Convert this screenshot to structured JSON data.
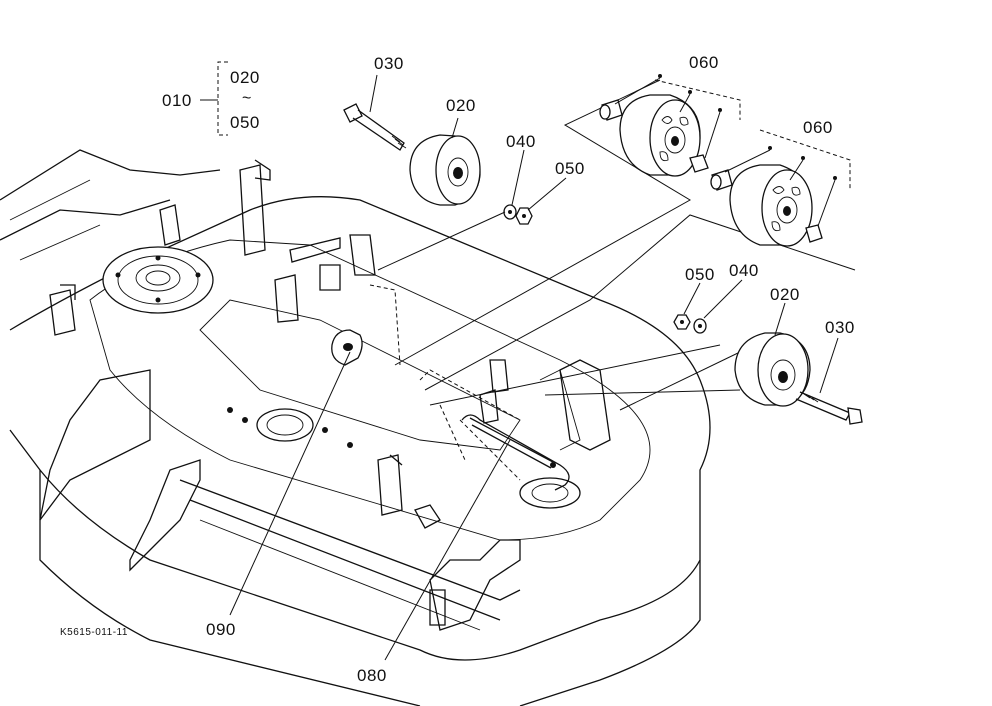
{
  "callouts": {
    "c010": "010",
    "c020_range": "020",
    "c_tilde": "~",
    "c050_range": "050",
    "c030_top": "030",
    "c020_top": "020",
    "c040_top": "040",
    "c050_top": "050",
    "c060_a": "060",
    "c060_b": "060",
    "c050_right": "050",
    "c040_right": "040",
    "c020_right": "020",
    "c030_right": "030",
    "c090": "090",
    "c080": "080"
  },
  "drawing_code": "K5615-011-11",
  "colors": {
    "ink": "#111111",
    "paper": "#ffffff"
  }
}
